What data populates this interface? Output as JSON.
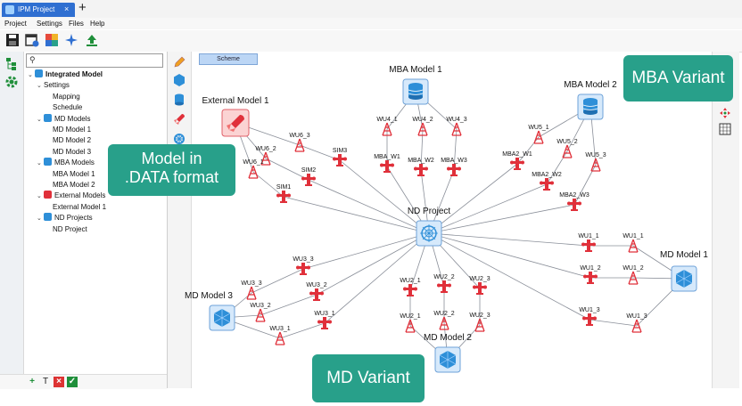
{
  "tab": {
    "label": "IPM Project",
    "close": "×",
    "new": "+"
  },
  "menu": [
    "Project",
    "Settings",
    "Files",
    "Help"
  ],
  "search": {
    "placeholder": ""
  },
  "tree": [
    {
      "label": "Integrated Model",
      "bold": true,
      "indent": 0,
      "chev": true,
      "icon": "integrated-model-icon"
    },
    {
      "label": "Settings",
      "indent": 1,
      "chev": true
    },
    {
      "label": "Mapping",
      "indent": 2
    },
    {
      "label": "Schedule",
      "indent": 2
    },
    {
      "label": "MD Models",
      "indent": 1,
      "chev": true,
      "icon": "md-models-icon"
    },
    {
      "label": "MD Model 1",
      "indent": 2
    },
    {
      "label": "MD Model 2",
      "indent": 2
    },
    {
      "label": "MD Model 3",
      "indent": 2
    },
    {
      "label": "MBA Models",
      "indent": 1,
      "chev": true,
      "icon": "mba-models-icon"
    },
    {
      "label": "MBA Model 1",
      "indent": 2
    },
    {
      "label": "MBA Model 2",
      "indent": 2
    },
    {
      "label": "External Models",
      "indent": 1,
      "chev": true,
      "icon": "external-models-icon"
    },
    {
      "label": "External Model 1",
      "indent": 2
    },
    {
      "label": "ND Projects",
      "indent": 1,
      "chev": true,
      "icon": "nd-projects-icon"
    },
    {
      "label": "ND Project",
      "indent": 2
    }
  ],
  "canvas": {
    "tab": "Scheme"
  },
  "callouts": {
    "mba": "MBA Variant",
    "data_line1": "Model in",
    "data_line2": ".DATA format",
    "md": "MD Variant"
  },
  "colors": {
    "accent": "#2f6fd1",
    "callout": "#28a08a",
    "well": "#e0303a",
    "edge": "#8a8f99"
  },
  "diagram": {
    "models": [
      {
        "id": "ext",
        "label": "External Model 1",
        "kind": "external"
      },
      {
        "id": "mba1",
        "label": "MBA Model 1",
        "kind": "mba"
      },
      {
        "id": "mba2",
        "label": "MBA Model 2",
        "kind": "mba"
      },
      {
        "id": "nd",
        "label": "ND Project",
        "kind": "nd"
      },
      {
        "id": "md1",
        "label": "MD Model 1",
        "kind": "md"
      },
      {
        "id": "md2",
        "label": "MD Model 2",
        "kind": "md"
      },
      {
        "id": "md3",
        "label": "MD Model 3",
        "kind": "md"
      }
    ],
    "wells": [
      {
        "id": "SIM3",
        "label": "SIM3",
        "type": "tree"
      },
      {
        "id": "SIM2",
        "label": "SIM2",
        "type": "tree"
      },
      {
        "id": "SIM1",
        "label": "SIM1",
        "type": "tree"
      },
      {
        "id": "WU6_3",
        "label": "WU6_3",
        "type": "rig"
      },
      {
        "id": "WU6_2",
        "label": "WU6_2",
        "type": "rig"
      },
      {
        "id": "WU6_1",
        "label": "WU6_1",
        "type": "rig"
      },
      {
        "id": "WU4_1",
        "label": "WU4_1",
        "type": "rig"
      },
      {
        "id": "WU4_2",
        "label": "WU4_2",
        "type": "rig"
      },
      {
        "id": "WU4_3",
        "label": "WU4_3",
        "type": "rig"
      },
      {
        "id": "MBA_W1",
        "label": "MBA_W1",
        "type": "tree"
      },
      {
        "id": "MBA_W2",
        "label": "MBA_W2",
        "type": "tree"
      },
      {
        "id": "MBA_W3",
        "label": "MBA_W3",
        "type": "tree"
      },
      {
        "id": "WU5_1",
        "label": "WU5_1",
        "type": "rig"
      },
      {
        "id": "WU5_2",
        "label": "WU5_2",
        "type": "rig"
      },
      {
        "id": "WU5_3",
        "label": "WU5_3",
        "type": "rig"
      },
      {
        "id": "MBA2_W1",
        "label": "MBA2_W1",
        "type": "tree"
      },
      {
        "id": "MBA2_W2",
        "label": "MBA2_W2",
        "type": "tree"
      },
      {
        "id": "MBA2_W3",
        "label": "MBA2_W3",
        "type": "tree"
      },
      {
        "id": "WU1_1a",
        "label": "WU1_1",
        "type": "tree"
      },
      {
        "id": "WU1_1b",
        "label": "WU1_1",
        "type": "rig"
      },
      {
        "id": "WU1_2a",
        "label": "WU1_2",
        "type": "tree"
      },
      {
        "id": "WU1_2b",
        "label": "WU1_2",
        "type": "rig"
      },
      {
        "id": "WU1_3a",
        "label": "WU1_3",
        "type": "tree"
      },
      {
        "id": "WU1_3b",
        "label": "WU1_3",
        "type": "rig"
      },
      {
        "id": "WU2_1a",
        "label": "WU2_1",
        "type": "tree"
      },
      {
        "id": "WU2_2a",
        "label": "WU2_2",
        "type": "tree"
      },
      {
        "id": "WU2_3a",
        "label": "WU2_3",
        "type": "tree"
      },
      {
        "id": "WU2_1b",
        "label": "WU2_1",
        "type": "rig"
      },
      {
        "id": "WU2_2b",
        "label": "WU2_2",
        "type": "rig"
      },
      {
        "id": "WU2_3b",
        "label": "WU2_3",
        "type": "rig"
      },
      {
        "id": "WU3_3a",
        "label": "WU3_3",
        "type": "tree"
      },
      {
        "id": "WU3_2a",
        "label": "WU3_2",
        "type": "tree"
      },
      {
        "id": "WU3_1a",
        "label": "WU3_1",
        "type": "tree"
      },
      {
        "id": "WU3_3b",
        "label": "WU3_3",
        "type": "rig"
      },
      {
        "id": "WU3_2b",
        "label": "WU3_2",
        "type": "rig"
      },
      {
        "id": "WU3_1b",
        "label": "WU3_1",
        "type": "rig"
      }
    ],
    "edges": [
      [
        "nd",
        "SIM1"
      ],
      [
        "nd",
        "SIM2"
      ],
      [
        "nd",
        "SIM3"
      ],
      [
        "nd",
        "MBA_W1"
      ],
      [
        "nd",
        "MBA_W2"
      ],
      [
        "nd",
        "MBA_W3"
      ],
      [
        "nd",
        "MBA2_W1"
      ],
      [
        "nd",
        "MBA2_W2"
      ],
      [
        "nd",
        "MBA2_W3"
      ],
      [
        "nd",
        "WU1_1a"
      ],
      [
        "nd",
        "WU1_2a"
      ],
      [
        "nd",
        "WU1_3a"
      ],
      [
        "nd",
        "WU2_1a"
      ],
      [
        "nd",
        "WU2_2a"
      ],
      [
        "nd",
        "WU2_3a"
      ],
      [
        "nd",
        "WU3_1a"
      ],
      [
        "nd",
        "WU3_2a"
      ],
      [
        "nd",
        "WU3_3a"
      ],
      [
        "ext",
        "WU6_1"
      ],
      [
        "ext",
        "WU6_2"
      ],
      [
        "ext",
        "WU6_3"
      ],
      [
        "WU6_1",
        "SIM1"
      ],
      [
        "WU6_2",
        "SIM2"
      ],
      [
        "WU6_3",
        "SIM3"
      ],
      [
        "mba1",
        "WU4_1"
      ],
      [
        "mba1",
        "WU4_2"
      ],
      [
        "mba1",
        "WU4_3"
      ],
      [
        "WU4_1",
        "MBA_W1"
      ],
      [
        "WU4_2",
        "MBA_W2"
      ],
      [
        "WU4_3",
        "MBA_W3"
      ],
      [
        "mba2",
        "WU5_1"
      ],
      [
        "mba2",
        "WU5_2"
      ],
      [
        "mba2",
        "WU5_3"
      ],
      [
        "WU5_1",
        "MBA2_W1"
      ],
      [
        "WU5_2",
        "MBA2_W2"
      ],
      [
        "WU5_3",
        "MBA2_W3"
      ],
      [
        "WU1_1a",
        "WU1_1b"
      ],
      [
        "WU1_2a",
        "WU1_2b"
      ],
      [
        "WU1_3a",
        "WU1_3b"
      ],
      [
        "WU1_1b",
        "md1"
      ],
      [
        "WU1_2b",
        "md1"
      ],
      [
        "WU1_3b",
        "md1"
      ],
      [
        "WU2_1a",
        "WU2_1b"
      ],
      [
        "WU2_2a",
        "WU2_2b"
      ],
      [
        "WU2_3a",
        "WU2_3b"
      ],
      [
        "WU2_1b",
        "md2"
      ],
      [
        "WU2_2b",
        "md2"
      ],
      [
        "WU2_3b",
        "md2"
      ],
      [
        "WU3_3a",
        "WU3_3b"
      ],
      [
        "WU3_2a",
        "WU3_2b"
      ],
      [
        "WU3_1a",
        "WU3_1b"
      ],
      [
        "WU3_3b",
        "md3"
      ],
      [
        "WU3_2b",
        "md3"
      ],
      [
        "WU3_1b",
        "md3"
      ]
    ]
  }
}
